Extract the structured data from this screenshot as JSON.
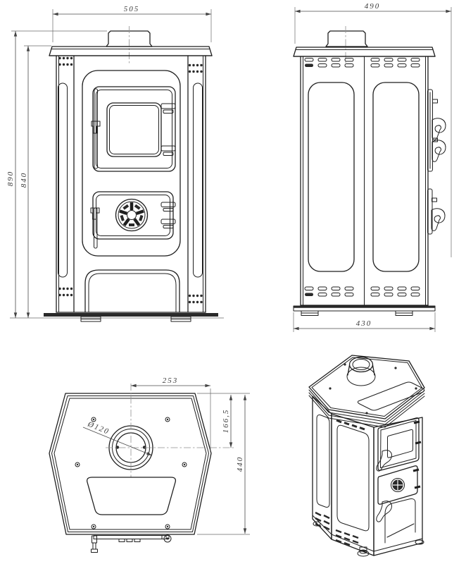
{
  "drawing": {
    "type": "technical-drawing-wood-stove",
    "colors": {
      "background": "#ffffff",
      "object_line": "#1f1f1f",
      "dimension_line": "#4a4a4a",
      "centerline": "#8f8f8f"
    },
    "front": {
      "view": "front-view",
      "width": "505",
      "height_total": "890",
      "height_body": "840"
    },
    "side": {
      "view": "side-view",
      "depth_total": "490",
      "depth_base": "430"
    },
    "top": {
      "view": "top-view",
      "half_width": "253",
      "flue_center_offset": "166,5",
      "flue_diameter": "Ø120",
      "depth": "440"
    },
    "isometric": {
      "view": "isometric-view"
    }
  }
}
